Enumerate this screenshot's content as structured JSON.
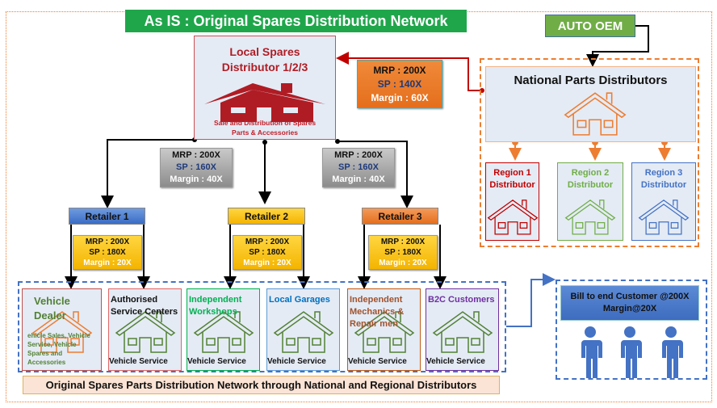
{
  "title": "As IS : Original Spares Distribution Network",
  "oem": "AUTO OEM",
  "local_distributor": {
    "title_line1": "Local Spares",
    "title_line2": "Distributor 1/2/3",
    "desc_line1": "Sale and Distribution of Spares",
    "desc_line2": "Parts &  Accessories"
  },
  "prices": {
    "local": {
      "mrp": "MRP : 200X",
      "sp": "SP :    140X",
      "margin": "Margin : 60X"
    },
    "retailer_left": {
      "mrp": "MRP : 200X",
      "sp": "SP :    160X",
      "margin": "Margin : 40X"
    },
    "retailer_right": {
      "mrp": "MRP : 200X",
      "sp": "SP :    160X",
      "margin": "Margin : 40X"
    },
    "r1": {
      "mrp": "MRP : 200X",
      "sp": "SP :    180X",
      "margin": "Margin : 20X"
    },
    "r2": {
      "mrp": "MRP : 200X",
      "sp": "SP :    180X",
      "margin": "Margin : 20X"
    },
    "r3": {
      "mrp": "MRP : 200X",
      "sp": "SP :    180X",
      "margin": "Margin : 20X"
    }
  },
  "retailers": [
    "Retailer 1",
    "Retailer 2",
    "Retailer 3"
  ],
  "national": "National Parts Distributors",
  "regions": [
    {
      "line1": "Region 1",
      "line2": "Distributor",
      "color": "#c00000"
    },
    {
      "line1": "Region 2",
      "line2": "Distributor",
      "color": "#70ad47"
    },
    {
      "line1": "Region 3",
      "line2": "Distributor",
      "color": "#4472c4"
    }
  ],
  "outlets": [
    {
      "label": "Vehicle Dealer",
      "sub": "ehicle Sales, Vehicle Service, Vehicle Spares and Accessories",
      "color": "#538135",
      "border": "#c0504d"
    },
    {
      "label": "Authorised Service Centers",
      "sub": "Vehicle Service",
      "color": "#111111",
      "border": "#e06666"
    },
    {
      "label": "Independent Workshops",
      "sub": "Vehicle Service",
      "color": "#00b050",
      "border": "#00b050"
    },
    {
      "label": "Local Garages",
      "sub": "Vehicle Service",
      "color": "#0070c0",
      "border": "#5b9bd5"
    },
    {
      "label": "Independent Mechanics & Repair men",
      "sub": "Vehicle Service",
      "color": "#a0522d",
      "border": "#c55a11"
    },
    {
      "label": "B2C Customers",
      "sub": "Vehicle Service",
      "color": "#7030a0",
      "border": "#7030a0"
    }
  ],
  "footer": "Original Spares Parts Distribution Network through National and Regional Distributors",
  "bill": {
    "line1": "Bill to end Customer @200X",
    "line2": "Margin@20X"
  }
}
